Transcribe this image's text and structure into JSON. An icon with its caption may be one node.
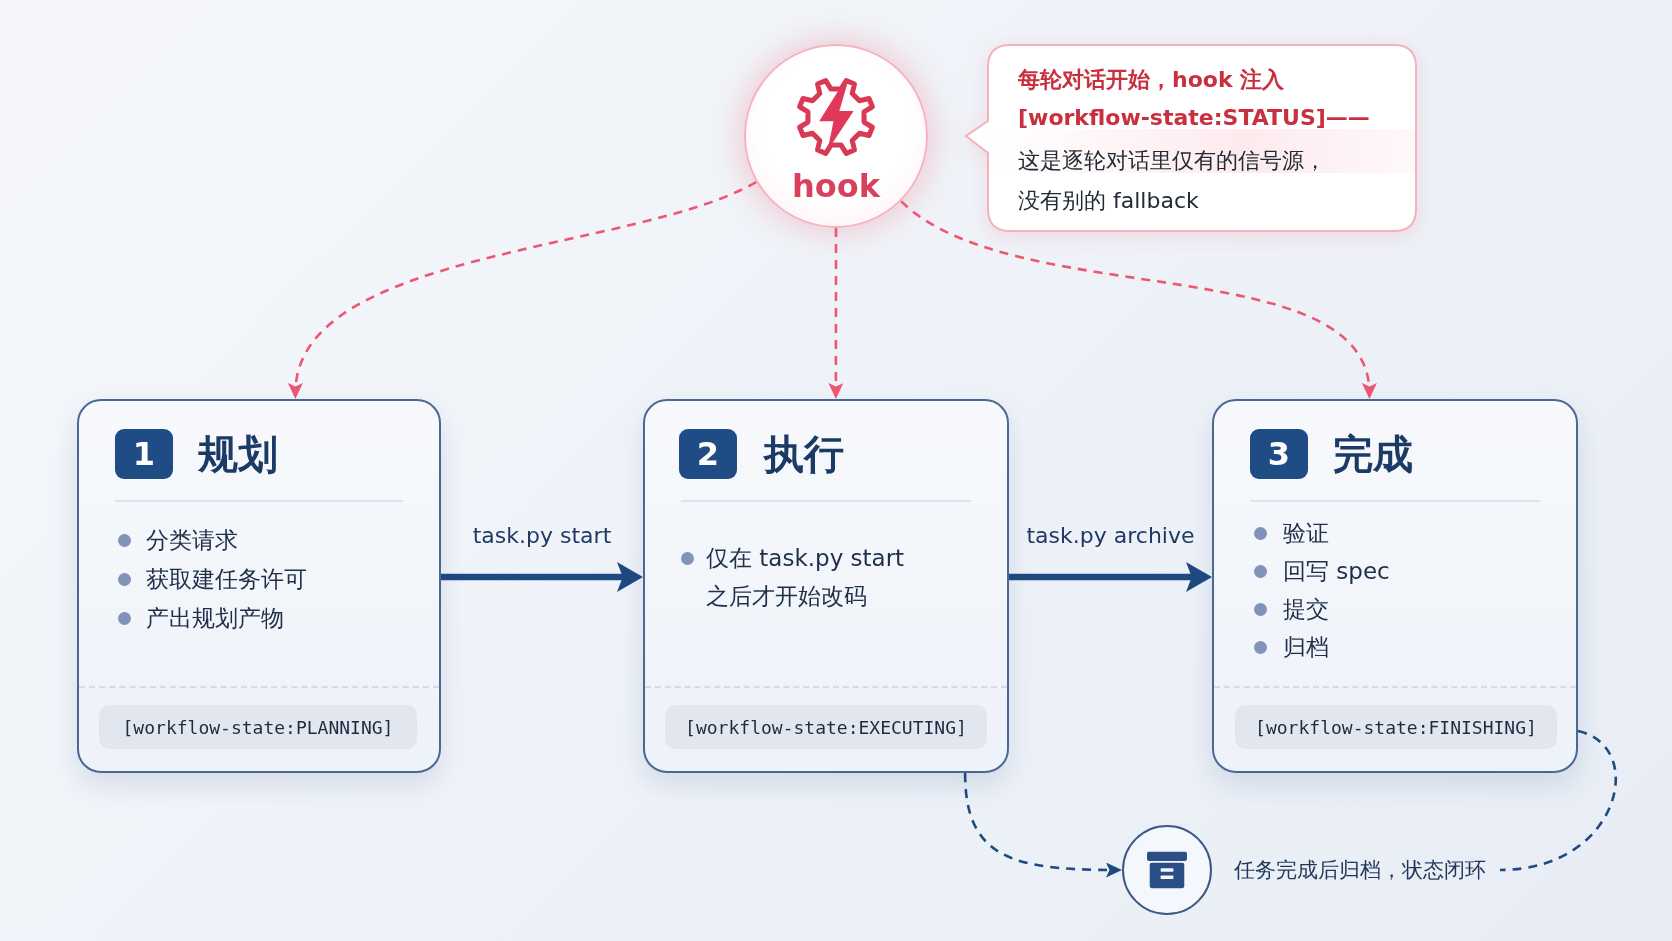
{
  "diagram": {
    "nodes": [
      {
        "text": [
          "hook"
        ]
      },
      {
        "text": [
          "每轮对话开始，hook 注入 [workflow-state:STATUS]——",
          "这是逐轮对话里仅有的信号源，没有别的 fallback"
        ]
      },
      {
        "text": [
          "规划",
          "分类请求",
          "获取建任务许可",
          "产出规划产物"
        ]
      },
      {
        "text": [
          "1"
        ],
        "in": 2
      },
      {
        "text": [
          "[workflow-state:PLANNING]"
        ],
        "in": 2
      },
      {
        "text": [
          "执行",
          "仅在 task.py start 之后才开始改码"
        ]
      },
      {
        "text": [
          "2"
        ],
        "in": 5
      },
      {
        "text": [
          "[workflow-state:EXECUTING]"
        ],
        "in": 5
      },
      {
        "text": [
          "完成",
          "验证",
          "回写 spec",
          "提交",
          "归档"
        ]
      },
      {
        "text": [
          "3"
        ],
        "in": 8
      },
      {
        "text": [
          "[workflow-state:FINISHING]"
        ],
        "in": 8
      },
      {
        "text": [],
        "shape": "circle"
      },
      {
        "text": [
          "任务完成后归档，状态闭环"
        ]
      }
    ],
    "edges": [
      {
        "from": 0,
        "to": 2,
        "arrow": "to",
        "style": "dashed",
        "color": "#ef5670"
      },
      {
        "from": 0,
        "to": 5,
        "arrow": "to",
        "style": "dashed",
        "color": "#ef5670"
      },
      {
        "from": 0,
        "to": 8,
        "arrow": "to",
        "style": "dashed",
        "color": "#ef5670"
      },
      {
        "from": 2,
        "to": 5,
        "arrow": "to",
        "label": "task.py start",
        "style": "thick"
      },
      {
        "from": 5,
        "to": 8,
        "arrow": "to",
        "label": "task.py archive",
        "style": "thick"
      },
      {
        "from": 5,
        "to": 11,
        "arrow": "to",
        "style": "dashed"
      },
      {
        "from": 8,
        "to": 12,
        "arrow": "none",
        "style": "dashed"
      }
    ]
  }
}
